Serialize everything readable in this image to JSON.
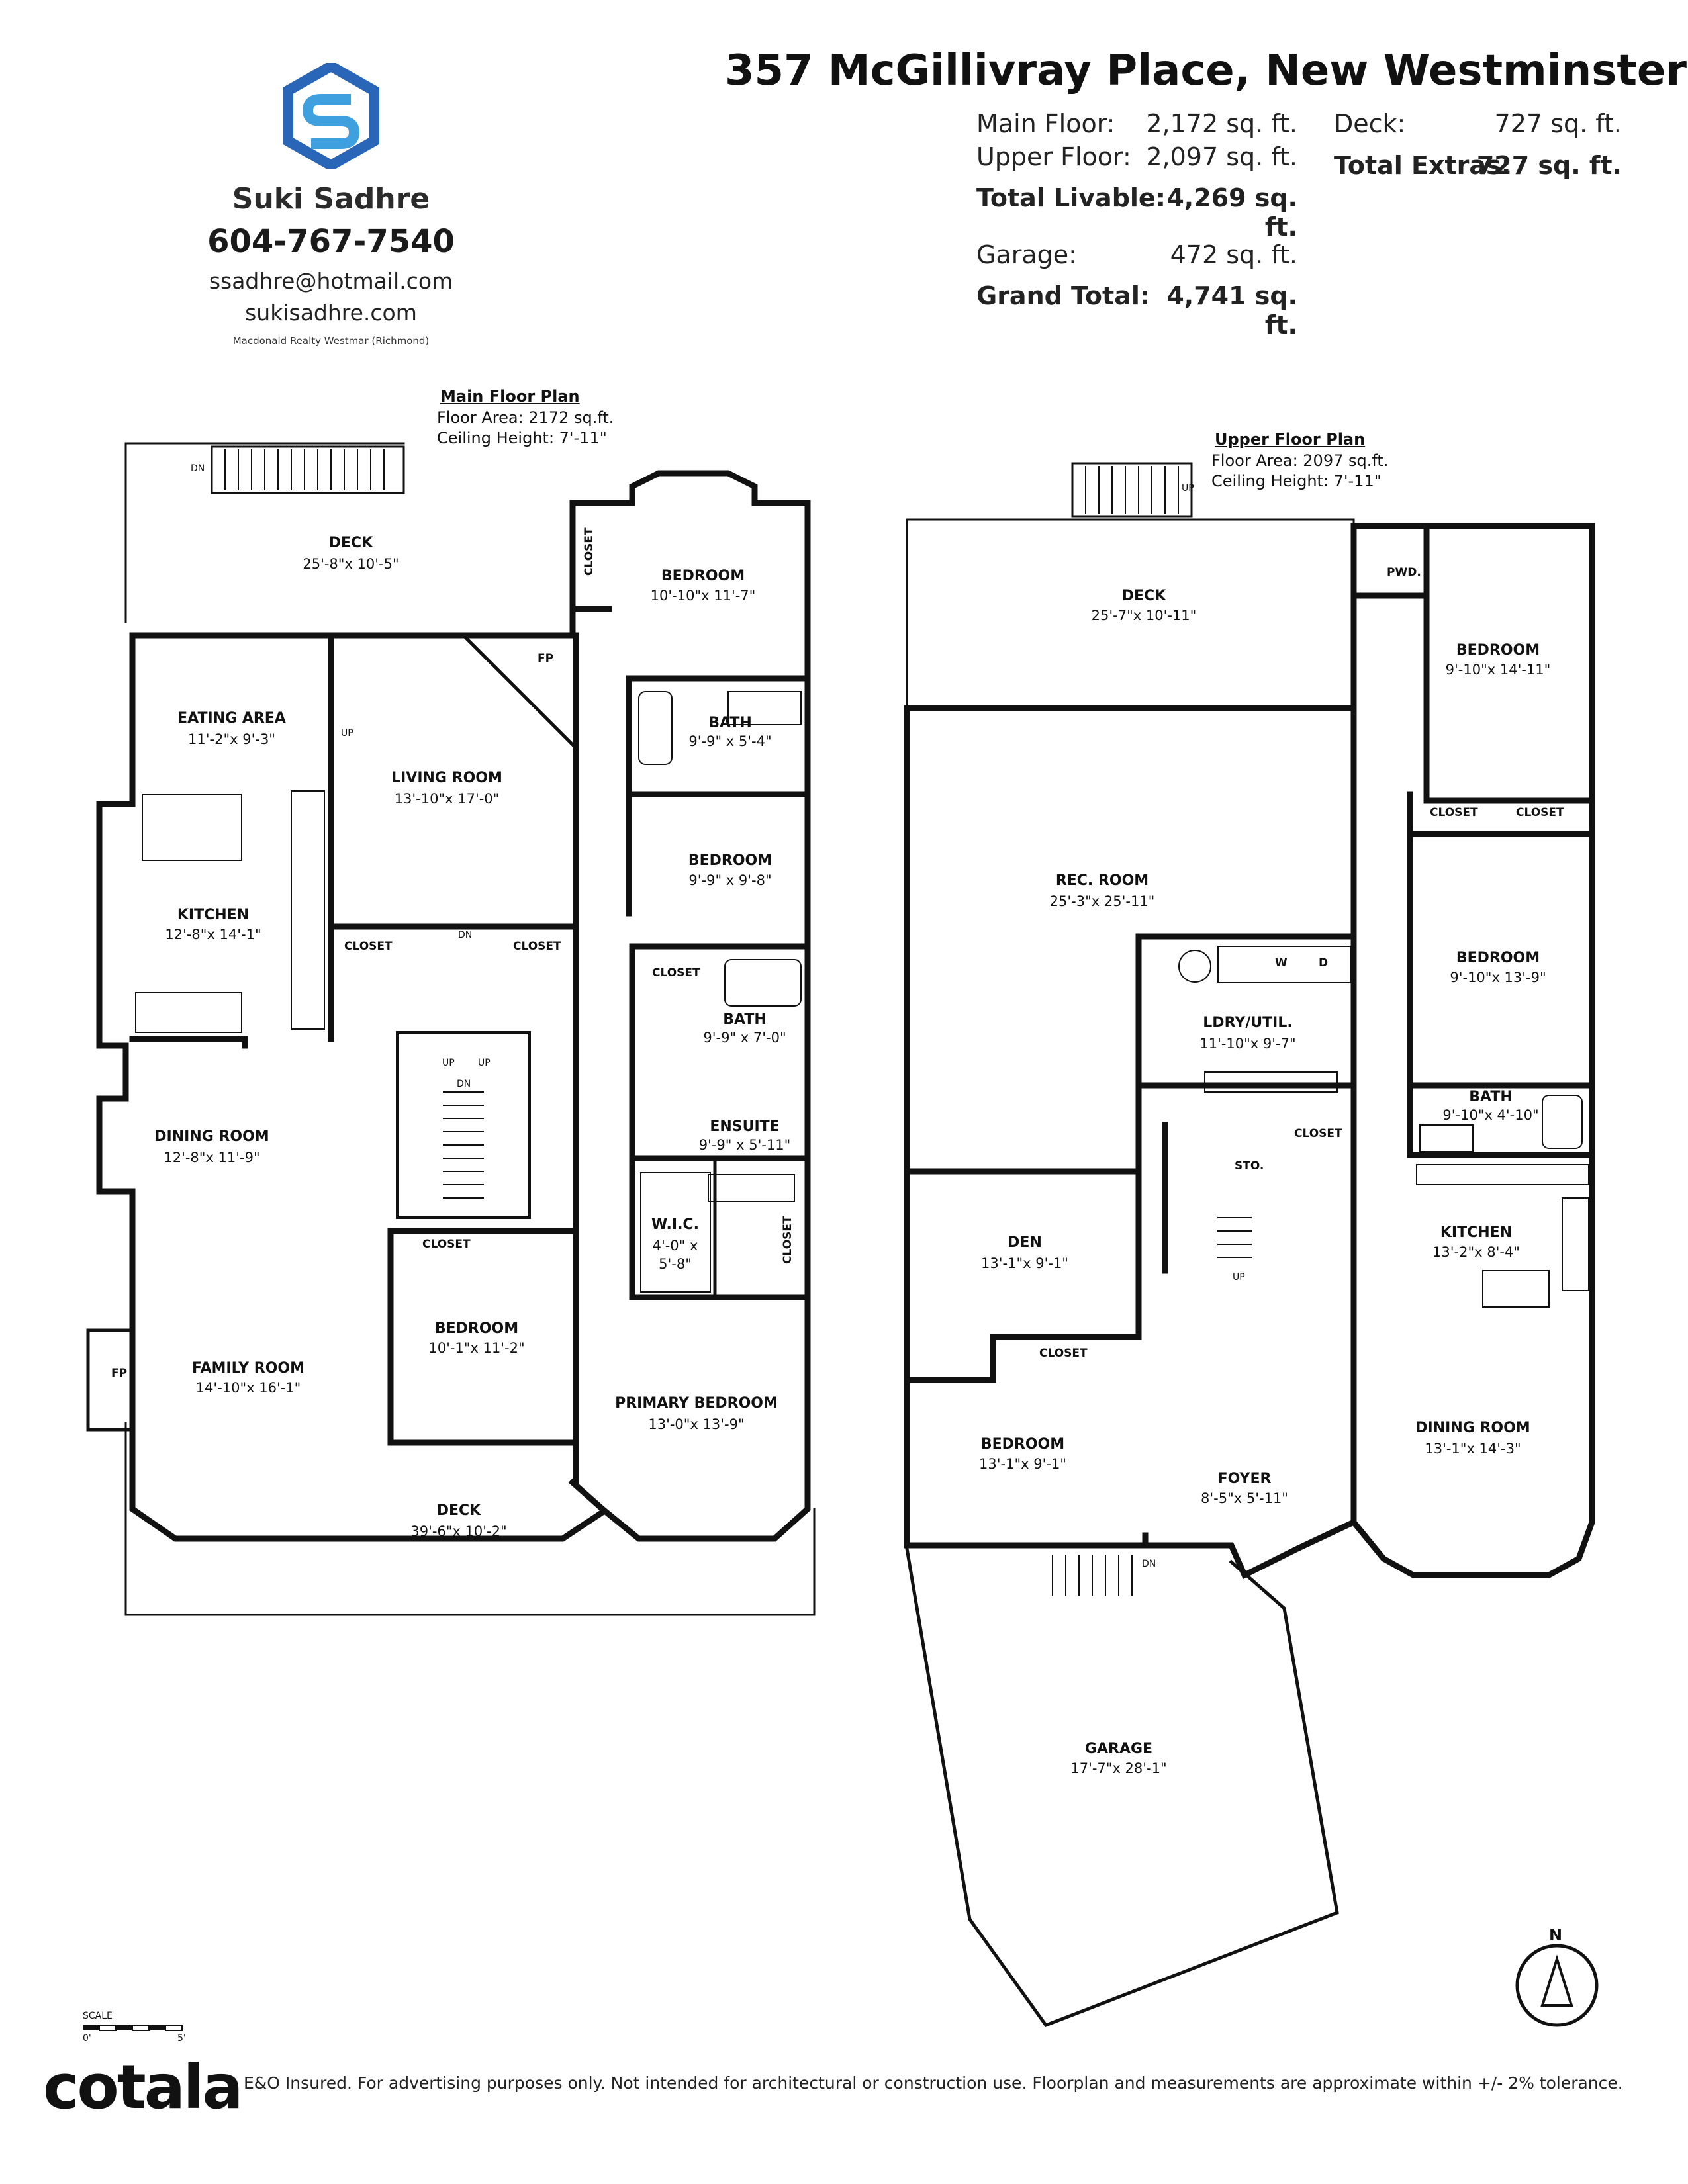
{
  "address": "357 McGillivray Place, New Westminster",
  "agent": {
    "name": "Suki Sadhre",
    "phone": "604-767-7540",
    "email": "ssadhre@hotmail.com",
    "website": "sukisadhre.com",
    "brokerage": "Macdonald Realty Westmar (Richmond)"
  },
  "areas": {
    "main_floor": {
      "label": "Main Floor:",
      "value": "2,172 sq. ft."
    },
    "upper_floor": {
      "label": "Upper Floor:",
      "value": "2,097 sq. ft."
    },
    "total_livable": {
      "label": "Total Livable:",
      "value": "4,269 sq. ft."
    },
    "garage": {
      "label": "Garage:",
      "value": "472 sq. ft."
    },
    "grand_total": {
      "label": "Grand Total:",
      "value": "4,741 sq. ft."
    },
    "deck": {
      "label": "Deck:",
      "value": "727 sq. ft."
    },
    "total_extras": {
      "label": "Total Extras:",
      "value": "727 sq. ft."
    }
  },
  "main_plan": {
    "title": "Main Floor Plan",
    "floor_area": "Floor Area: 2172 sq.ft.",
    "ceiling": "Ceiling Height: 7'-11\"",
    "rooms": {
      "deck_top": {
        "name": "DECK",
        "dim": "25'-8\"x 10'-5\""
      },
      "bedroom1": {
        "name": "BEDROOM",
        "dim": "10'-10\"x 11'-7\""
      },
      "eating": {
        "name": "EATING AREA",
        "dim": "11'-2\"x 9'-3\""
      },
      "living": {
        "name": "LIVING ROOM",
        "dim": "13'-10\"x 17'-0\""
      },
      "bath1": {
        "name": "BATH",
        "dim": "9'-9\" x 5'-4\""
      },
      "bedroom2": {
        "name": "BEDROOM",
        "dim": "9'-9\" x 9'-8\""
      },
      "kitchen": {
        "name": "KITCHEN",
        "dim": "12'-8\"x 14'-1\""
      },
      "bath2": {
        "name": "BATH",
        "dim": "9'-9\" x 7'-0\""
      },
      "dining": {
        "name": "DINING ROOM",
        "dim": "12'-8\"x 11'-9\""
      },
      "ensuite": {
        "name": "ENSUITE",
        "dim": "9'-9\" x 5'-11\""
      },
      "wic": {
        "name": "W.I.C.",
        "dim1": "4'-0\" x",
        "dim2": "5'-8\""
      },
      "bedroom3": {
        "name": "BEDROOM",
        "dim": "10'-1\"x 11'-2\""
      },
      "family": {
        "name": "FAMILY ROOM",
        "dim": "14'-10\"x 16'-1\""
      },
      "primary": {
        "name": "PRIMARY BEDROOM",
        "dim": "13'-0\"x 13'-9\""
      },
      "deck_bottom": {
        "name": "DECK",
        "dim": "39'-6\"x 10'-2\""
      }
    },
    "labels": {
      "closet": "CLOSET",
      "fp": "FP",
      "up": "UP",
      "dn": "DN"
    }
  },
  "upper_plan": {
    "title": "Upper Floor Plan",
    "floor_area": "Floor Area: 2097 sq.ft.",
    "ceiling": "Ceiling Height: 7'-11\"",
    "rooms": {
      "deck": {
        "name": "DECK",
        "dim": "25'-7\"x 10'-11\""
      },
      "pwd": {
        "name": "PWD."
      },
      "bedroom1": {
        "name": "BEDROOM",
        "dim": "9'-10\"x 14'-11\""
      },
      "rec": {
        "name": "REC. ROOM",
        "dim": "25'-3\"x 25'-11\""
      },
      "bedroom2": {
        "name": "BEDROOM",
        "dim": "9'-10\"x 13'-9\""
      },
      "laundry": {
        "name": "LDRY/UTIL.",
        "dim": "11'-10\"x 9'-7\""
      },
      "bath": {
        "name": "BATH",
        "dim": "9'-10\"x 4'-10\""
      },
      "sto": {
        "name": "STO."
      },
      "kitchen": {
        "name": "KITCHEN",
        "dim": "13'-2\"x 8'-4\""
      },
      "den": {
        "name": "DEN",
        "dim": "13'-1\"x 9'-1\""
      },
      "bedroom3": {
        "name": "BEDROOM",
        "dim": "13'-1\"x 9'-1\""
      },
      "dining": {
        "name": "DINING ROOM",
        "dim": "13'-1\"x 14'-3\""
      },
      "foyer": {
        "name": "FOYER",
        "dim": "8'-5\"x 5'-11\""
      },
      "garage": {
        "name": "GARAGE",
        "dim": "17'-7\"x 28'-1\""
      }
    },
    "labels": {
      "closet": "CLOSET",
      "up": "UP",
      "dn": "DN",
      "w": "W",
      "d": "D"
    }
  },
  "scale": {
    "label": "SCALE",
    "start": "0'",
    "end": "5'"
  },
  "compass": {
    "label": "N"
  },
  "brand": "cotala",
  "disclaimer": "E&O Insured. For advertising purposes only. Not intended for architectural or construction use. Floorplan and measurements are approximate within +/- 2% tolerance.",
  "colors": {
    "logo_blue": "#2a66b8",
    "logo_light": "#3fa0e0",
    "wall": "#111111"
  }
}
